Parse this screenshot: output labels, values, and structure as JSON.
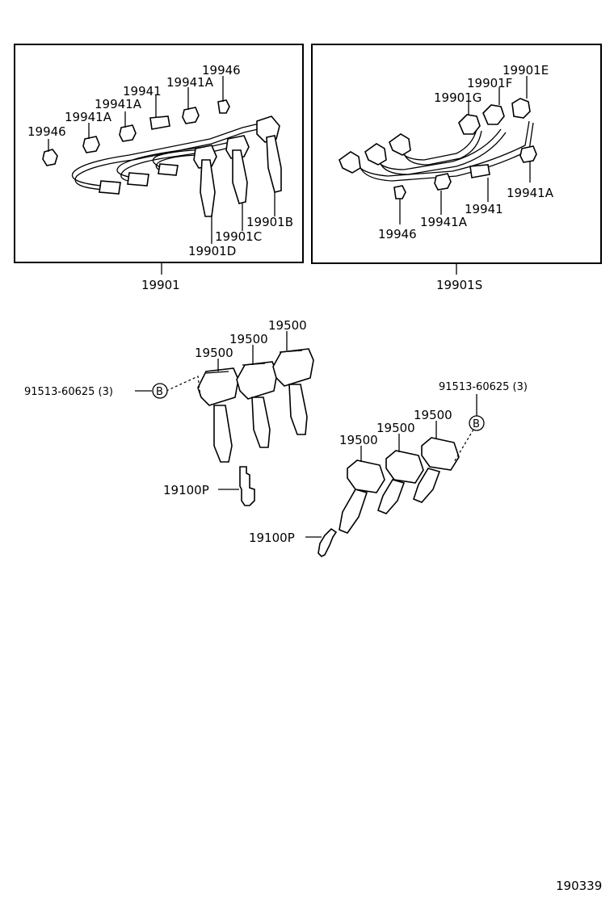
{
  "labels": {
    "p19946a": "19946",
    "p19941a_1": "19941A",
    "p19941a_2": "19941A",
    "p19941a_3": "19941A",
    "p19941_a": "19941",
    "p19946b": "19946",
    "p19901b": "19901B",
    "p19901c": "19901C",
    "p19901d": "19901D",
    "p19901": "19901",
    "p19901e": "19901E",
    "p19901f": "19901F",
    "p19901g": "19901G",
    "p19941a_4": "19941A",
    "p19941_b": "19941",
    "p19941a_5": "19941A",
    "p19946c": "19946",
    "p19901s": "19901S",
    "c1_19500a": "19500",
    "c1_19500b": "19500",
    "c1_19500c": "19500",
    "bolt_left": "91513-60625 (3)",
    "bolt_right": "91513-60625 (3)",
    "c2_19500a": "19500",
    "c2_19500b": "19500",
    "c2_19500c": "19500",
    "plug_left": "19100P",
    "plug_right": "19100P",
    "ref_b_left": "B",
    "ref_b_right": "B",
    "drawing_code": "190339"
  }
}
